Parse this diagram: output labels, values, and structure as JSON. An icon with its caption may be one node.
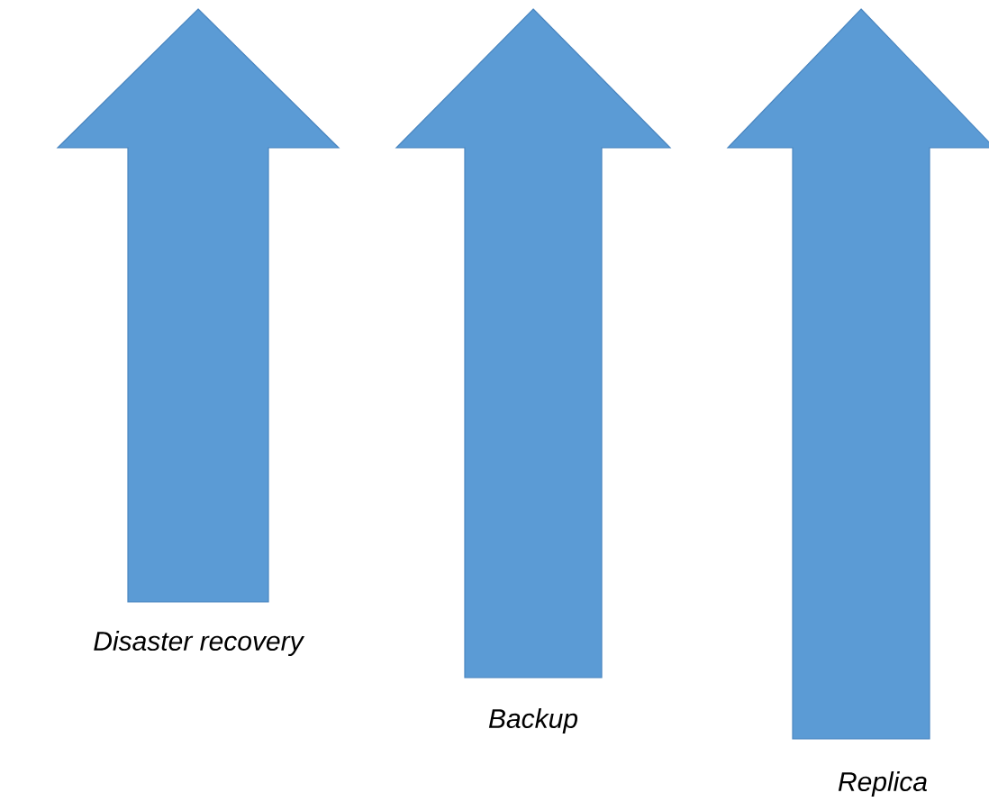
{
  "diagram": {
    "nodes": [
      {
        "text": [],
        "shape": "arrow",
        "beside": [
          "Disaster recovery"
        ]
      },
      {
        "text": [],
        "shape": "arrow",
        "beside": [
          "Backup"
        ]
      },
      {
        "text": [],
        "shape": "arrow",
        "beside": [
          "Replica"
        ]
      }
    ]
  }
}
